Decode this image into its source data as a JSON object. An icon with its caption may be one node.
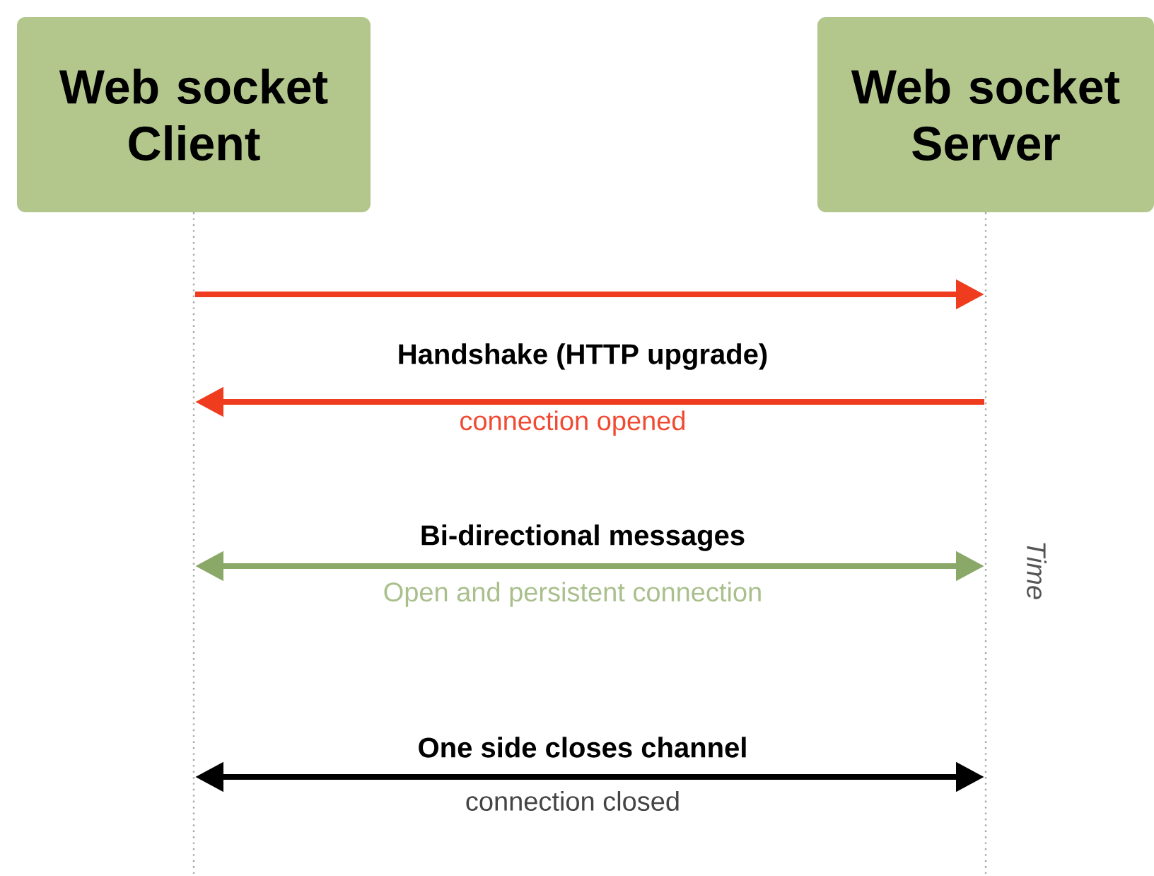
{
  "diagram": {
    "nodes": [
      {
        "text": [
          "Web socket Client"
        ]
      },
      {
        "text": [
          "Web socket Server"
        ]
      }
    ],
    "edges": [
      {
        "from": 0,
        "to": 1,
        "arrow": "to",
        "color": "#f03c1e"
      },
      {
        "from": 1,
        "to": 0,
        "arrow": "to",
        "label": "Handshake (HTTP upgrade)",
        "color": "#f03c1e"
      },
      {
        "from": 0,
        "to": 1,
        "arrow": "both",
        "label": "Bi-directional messages",
        "color": "#8aa867"
      },
      {
        "from": 0,
        "to": 1,
        "arrow": "both",
        "label": "One side closes channel",
        "color": "#000000"
      }
    ],
    "labels": [
      "connection opened",
      "Open and persistent connection",
      "connection closed",
      "Time"
    ]
  }
}
